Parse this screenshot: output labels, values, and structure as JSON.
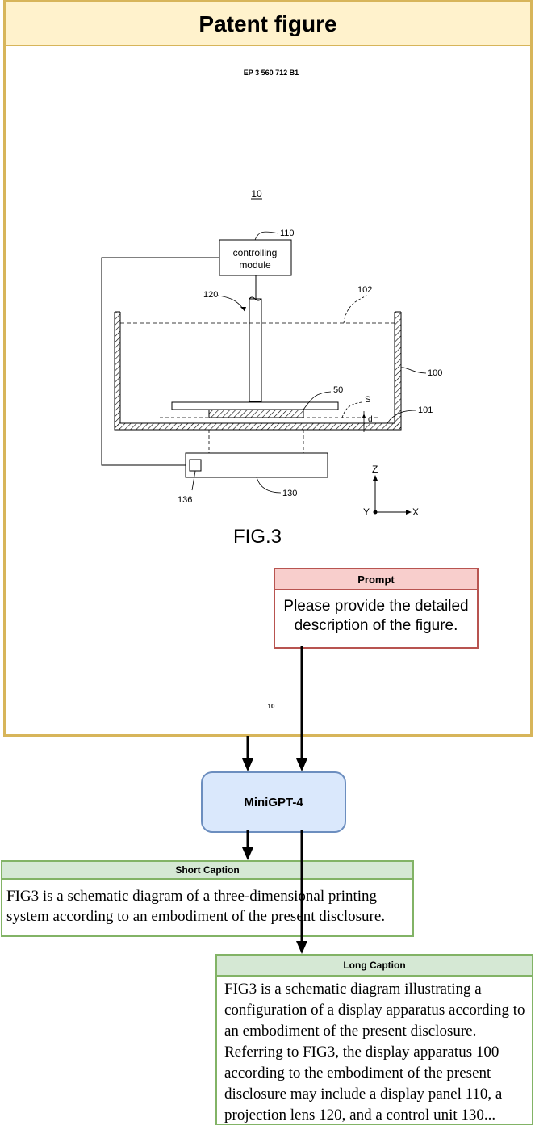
{
  "patent_figure": {
    "title": "Patent figure",
    "patent_number": "EP 3 560 712 B1",
    "figure_ref": "10",
    "controlling_module_line1": "controlling",
    "controlling_module_line2": "module",
    "labels": {
      "l110": "110",
      "l120": "120",
      "l102": "102",
      "l100": "100",
      "l50": "50",
      "lS": "S",
      "ld": "d",
      "l101": "101",
      "l136": "136",
      "l130": "130",
      "axis_z": "Z",
      "axis_y": "Y",
      "axis_x": "X"
    },
    "figure_caption": "FIG.3",
    "page_number": "10"
  },
  "prompt": {
    "header": "Prompt",
    "text": "Please provide the detailed description of the figure."
  },
  "model": {
    "name": "MiniGPT-4"
  },
  "short_caption": {
    "header": "Short Caption",
    "text": "FIG3 is a schematic diagram of a three-dimensional printing system according to an embodiment of the present disclosure."
  },
  "long_caption": {
    "header": "Long Caption",
    "text": "FIG3 is a schematic diagram illustrating a configuration of a display apparatus according to an embodiment of the present disclosure. Referring to FIG3, the display apparatus 100 according to the embodiment of the present disclosure may include a display panel 110, a projection lens 120, and a control unit 130..."
  },
  "colors": {
    "patent_border": "#d7b55a",
    "patent_header_bg": "#fff2cc",
    "prompt_border": "#b85450",
    "prompt_header_bg": "#f8cecc",
    "model_border": "#6c8ebf",
    "model_bg": "#dae8fc",
    "caption_border": "#82b366",
    "caption_header_bg": "#d5e8d4"
  }
}
